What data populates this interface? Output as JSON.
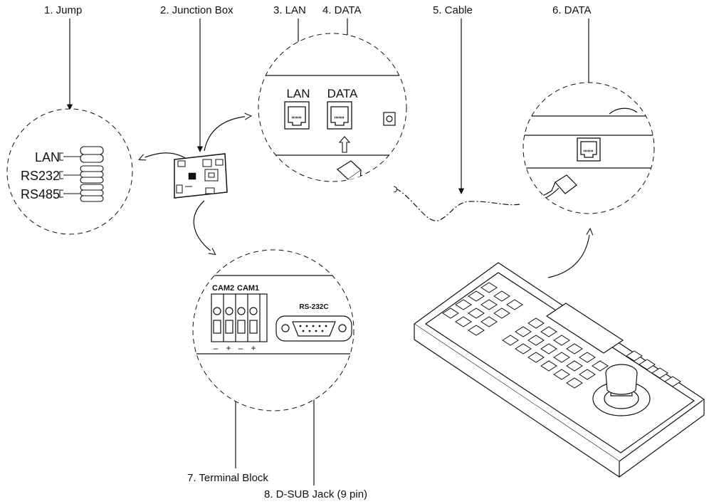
{
  "callouts": {
    "jump": "1. Jump",
    "junction_box": "2. Junction Box",
    "lan": "3. LAN",
    "data_port": "4. DATA",
    "cable": "5. Cable",
    "keyboard_data": "6. DATA",
    "terminal_block": "7. Terminal Block",
    "dsub_jack": "8. D-SUB Jack (9 pin)"
  },
  "jump_detail": {
    "lan_label": "LAN",
    "rs232_label": "RS232",
    "rs485_label": "RS485"
  },
  "port_detail": {
    "lan_label": "LAN",
    "data_label": "DATA"
  },
  "terminal_detail": {
    "cam2_label": "CAM2",
    "cam1_label": "CAM1",
    "rs232c_label": "RS-232C",
    "polarity": [
      "–",
      "+",
      "–",
      "+"
    ]
  }
}
